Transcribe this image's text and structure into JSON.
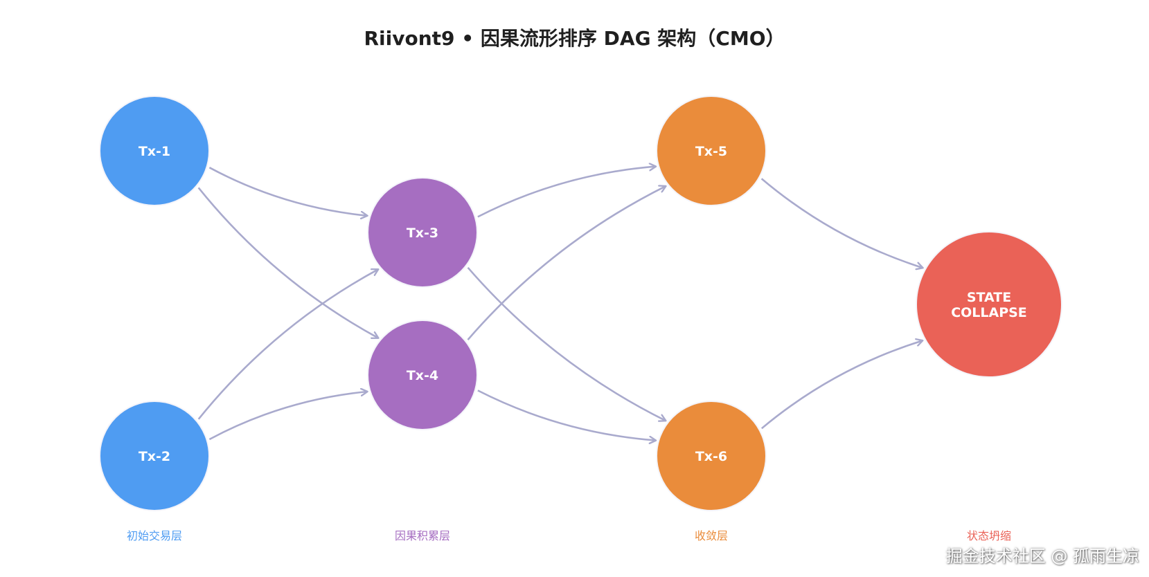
{
  "title": "Riivont9 • 因果流形排序 DAG 架构（CMO）",
  "watermark": "掘金技术社区 @ 孤雨生凉",
  "colors": {
    "initial": "#4f9cf2",
    "causal": "#a66ec1",
    "convergence": "#ea8c3b",
    "collapse": "#ea6257",
    "edge": "#a9aacd"
  },
  "nodes": [
    {
      "id": "tx1",
      "label": "Tx-1",
      "layer": "initial"
    },
    {
      "id": "tx2",
      "label": "Tx-2",
      "layer": "initial"
    },
    {
      "id": "tx3",
      "label": "Tx-3",
      "layer": "causal"
    },
    {
      "id": "tx4",
      "label": "Tx-4",
      "layer": "causal"
    },
    {
      "id": "tx5",
      "label": "Tx-5",
      "layer": "convergence"
    },
    {
      "id": "tx6",
      "label": "Tx-6",
      "layer": "convergence"
    },
    {
      "id": "collapse",
      "label": "STATE COLLAPSE",
      "layer": "collapse"
    }
  ],
  "edges": [
    {
      "from": "tx1",
      "to": "tx3"
    },
    {
      "from": "tx1",
      "to": "tx4"
    },
    {
      "from": "tx2",
      "to": "tx3"
    },
    {
      "from": "tx2",
      "to": "tx4"
    },
    {
      "from": "tx3",
      "to": "tx5"
    },
    {
      "from": "tx3",
      "to": "tx6"
    },
    {
      "from": "tx4",
      "to": "tx5"
    },
    {
      "from": "tx4",
      "to": "tx6"
    },
    {
      "from": "tx5",
      "to": "collapse"
    },
    {
      "from": "tx6",
      "to": "collapse"
    }
  ],
  "layers": [
    {
      "id": "initial",
      "label": "初始交易层"
    },
    {
      "id": "causal",
      "label": "因果积累层"
    },
    {
      "id": "convergence",
      "label": "收敛层"
    },
    {
      "id": "collapse",
      "label": "状态坍缩"
    }
  ]
}
